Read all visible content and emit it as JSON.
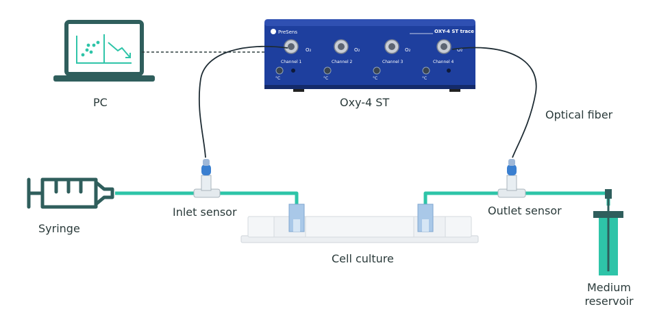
{
  "labels": {
    "pc": "PC",
    "device": "Oxy-4 ST",
    "optical_fiber": "Optical fiber",
    "syringe": "Syringe",
    "inlet_sensor": "Inlet sensor",
    "outlet_sensor": "Outlet sensor",
    "cell_culture": "Cell culture",
    "medium_reservoir_line1": "Medium",
    "medium_reservoir_line2": "reservoir"
  },
  "device_panel": {
    "brand": "PreSens",
    "model": "OXY-4 ST trace",
    "o2": "O₂",
    "temp": "°C",
    "channels": [
      "Channel 1",
      "Channel 2",
      "Channel 3",
      "Channel 4"
    ]
  },
  "icons": [
    "laptop-icon",
    "syringe-icon",
    "sensor-connector-icon",
    "cell-culture-slide-icon",
    "reservoir-bottle-icon"
  ],
  "colors": {
    "teal": "#2ec4a8",
    "dark_teal": "#2f5e5c",
    "device_blue": "#1e3f9e",
    "fiber": "#1d2b33",
    "sensor_blue": "#3a7fd0"
  }
}
